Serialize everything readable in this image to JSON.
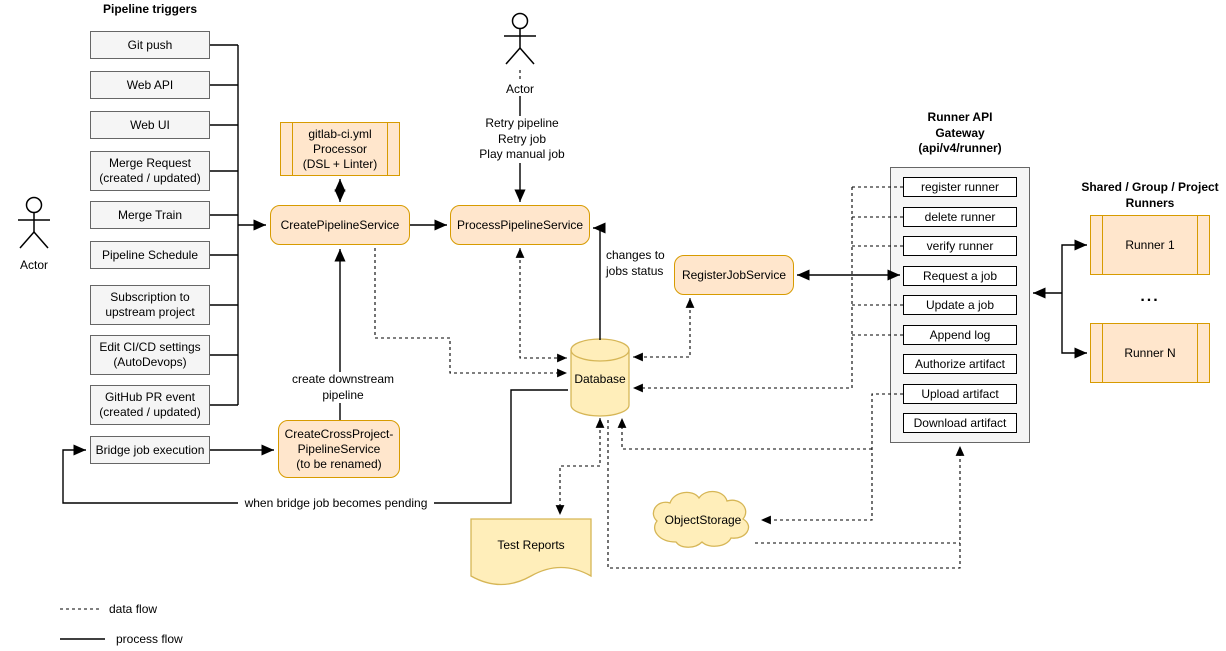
{
  "colors": {
    "orange_fill": "#ffe6cc",
    "orange_stroke": "#d79b00",
    "yellow_fill": "#ffeeba",
    "yellow_stroke": "#d6b656",
    "gray_fill": "#f5f5f5",
    "gray_stroke": "#666666"
  },
  "triggers": {
    "title": "Pipeline triggers",
    "items": [
      {
        "label": "Git push"
      },
      {
        "label": "Web API"
      },
      {
        "label": "Web UI"
      },
      {
        "label": "Merge Request\n(created / updated)"
      },
      {
        "label": "Merge Train"
      },
      {
        "label": "Pipeline Schedule"
      },
      {
        "label": "Subscription to\nupstream project"
      },
      {
        "label": "Edit CI/CD settings\n(AutoDevops)"
      },
      {
        "label": "GitHub PR event\n(created / updated)"
      }
    ],
    "bridge": "Bridge job execution"
  },
  "actors": {
    "left": "Actor",
    "top": "Actor"
  },
  "services": {
    "yml_processor": "gitlab-ci.yml\nProcessor\n(DSL + Linter)",
    "create_pipeline": "CreatePipelineService",
    "process_pipeline": "ProcessPipelineService",
    "register_job": "RegisterJobService",
    "create_cross_project": "CreateCrossProject-\nPipelineService\n(to be renamed)"
  },
  "storage": {
    "database": "Database",
    "test_reports": "Test Reports",
    "object_storage": "ObjectStorage"
  },
  "gateway": {
    "title": "Runner API\nGateway\n(api/v4/runner)",
    "endpoints": [
      "register runner",
      "delete runner",
      "verify runner",
      "Request a job",
      "Update a job",
      "Append log",
      "Authorize artifact",
      "Upload artifact",
      "Download artifact"
    ]
  },
  "runners": {
    "title": "Shared / Group / Project\nRunners",
    "runner1": "Runner 1",
    "ellipsis": "...",
    "runnerN": "Runner N"
  },
  "edge_labels": {
    "retry": "Retry pipeline\nRetry job\nPlay manual job",
    "create_downstream": "create downstream\npipeline",
    "bridge_pending": "when bridge job becomes pending",
    "job_status": "changes to\njobs status"
  },
  "legend": {
    "data_flow": "data flow",
    "process_flow": "process flow"
  }
}
